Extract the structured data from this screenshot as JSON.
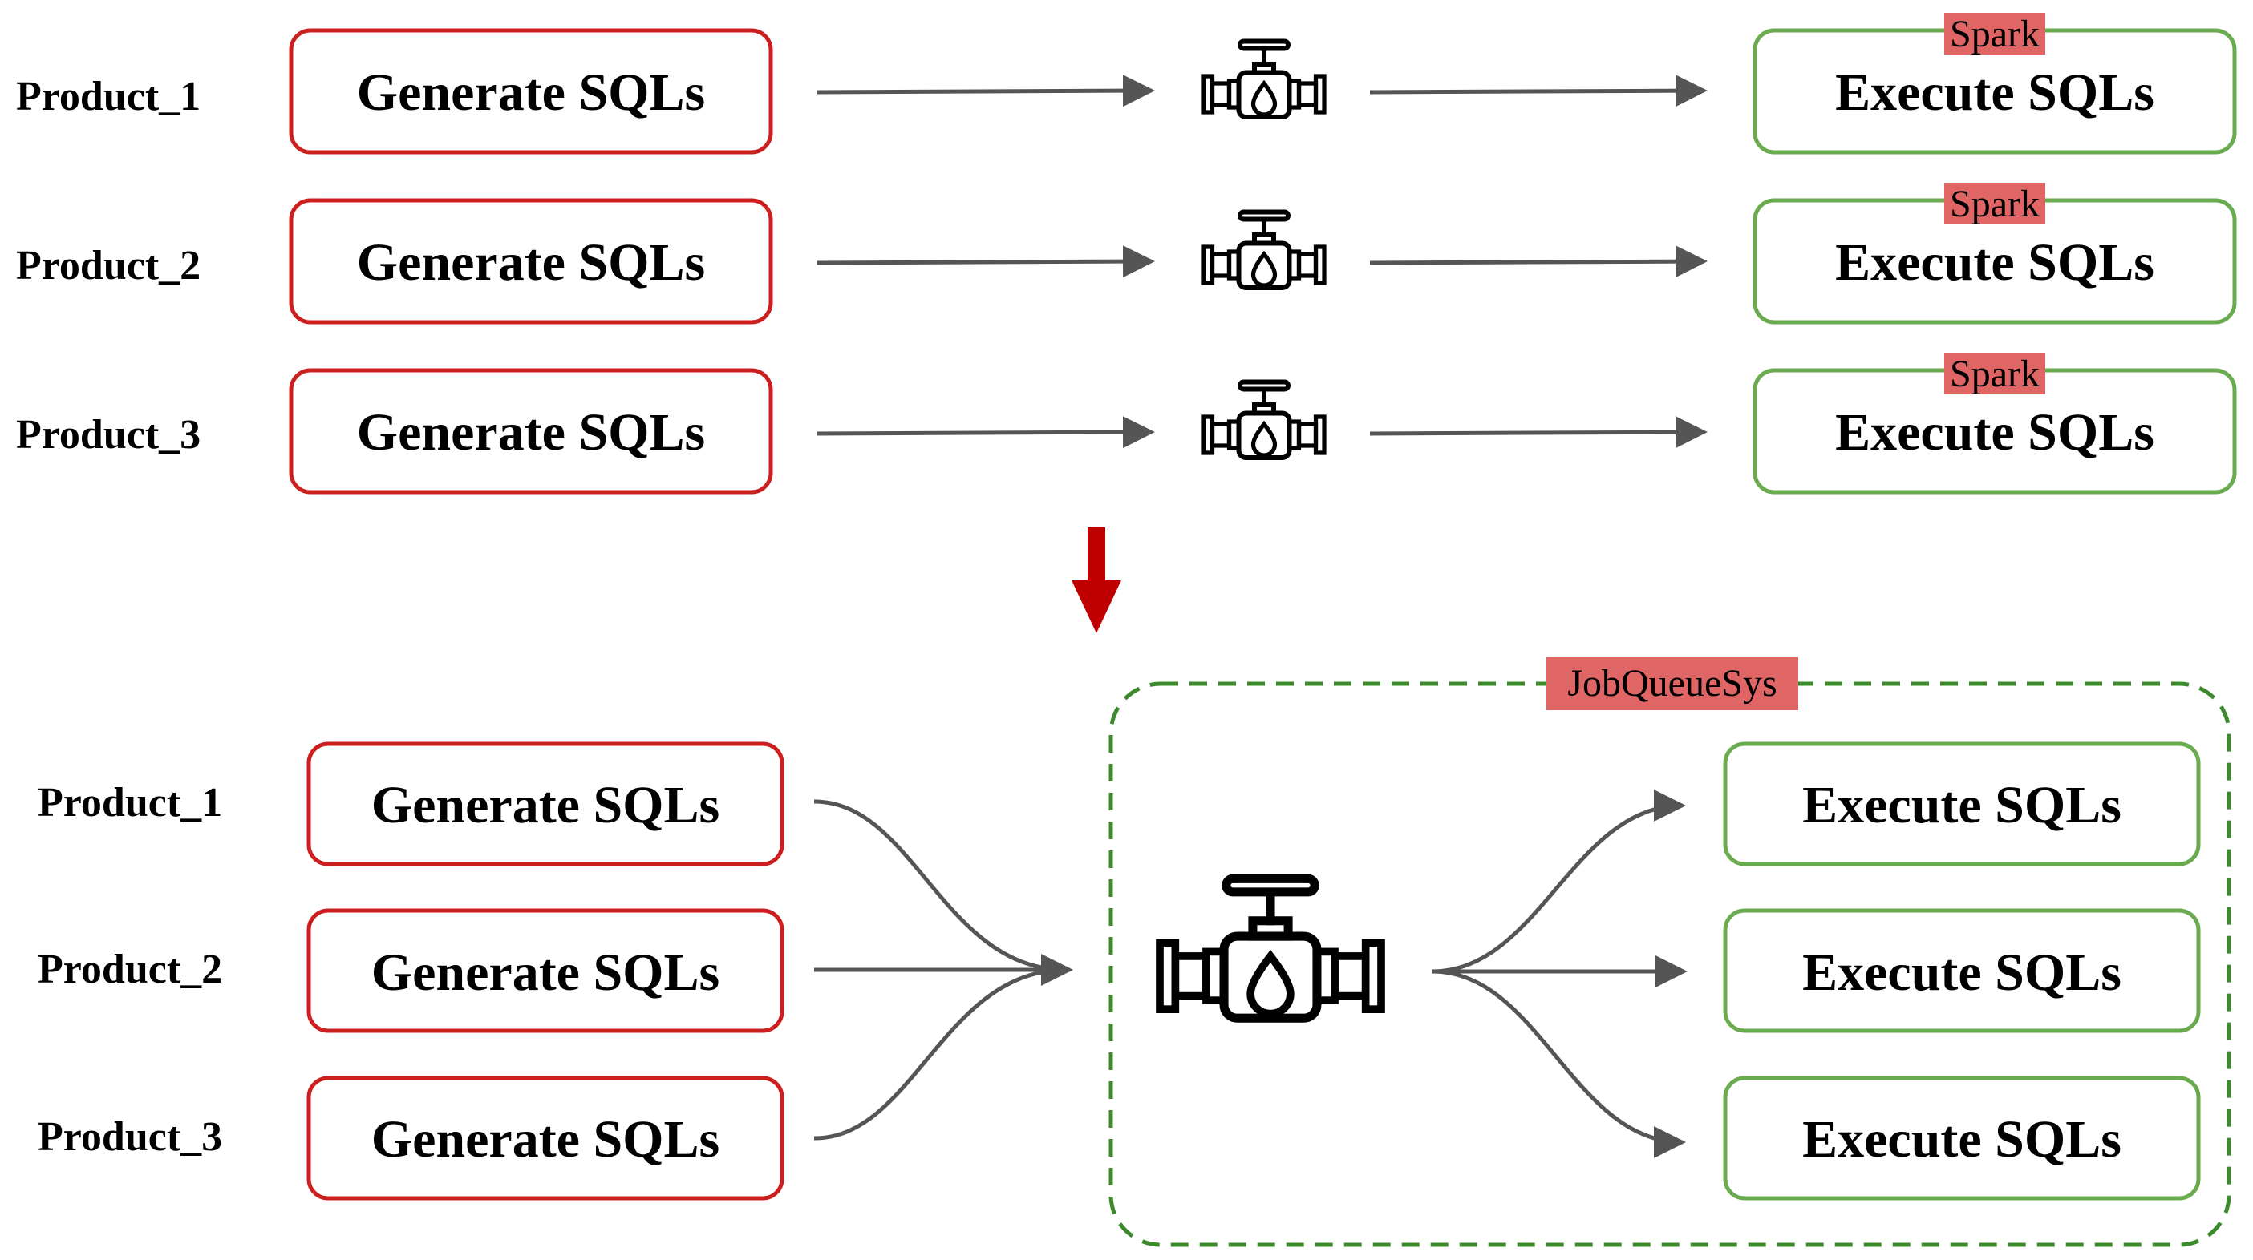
{
  "before": {
    "rows": [
      {
        "product": "Product_1",
        "generate_label": "Generate SQLs",
        "execute_label": "Execute SQLs",
        "engine_tag": "Spark"
      },
      {
        "product": "Product_2",
        "generate_label": "Generate SQLs",
        "execute_label": "Execute SQLs",
        "engine_tag": "Spark"
      },
      {
        "product": "Product_3",
        "generate_label": "Generate SQLs",
        "execute_label": "Execute SQLs",
        "engine_tag": "Spark"
      }
    ]
  },
  "after": {
    "products": [
      "Product_1",
      "Product_2",
      "Product_3"
    ],
    "generate_labels": [
      "Generate SQLs",
      "Generate SQLs",
      "Generate SQLs"
    ],
    "system_tag": "JobQueueSys",
    "execute_labels": [
      "Execute SQLs",
      "Execute SQLs",
      "Execute SQLs"
    ]
  },
  "icons": {
    "queue_valve": "pipe-valve-icon",
    "transition": "down-arrow-icon"
  },
  "colors": {
    "generate_border": "#cc1f1f",
    "execute_border": "#6aab4f",
    "tag_fill": "#e06666",
    "arrow": "#555555",
    "transition_arrow": "#c00000",
    "container_border": "#3d8a2e"
  }
}
